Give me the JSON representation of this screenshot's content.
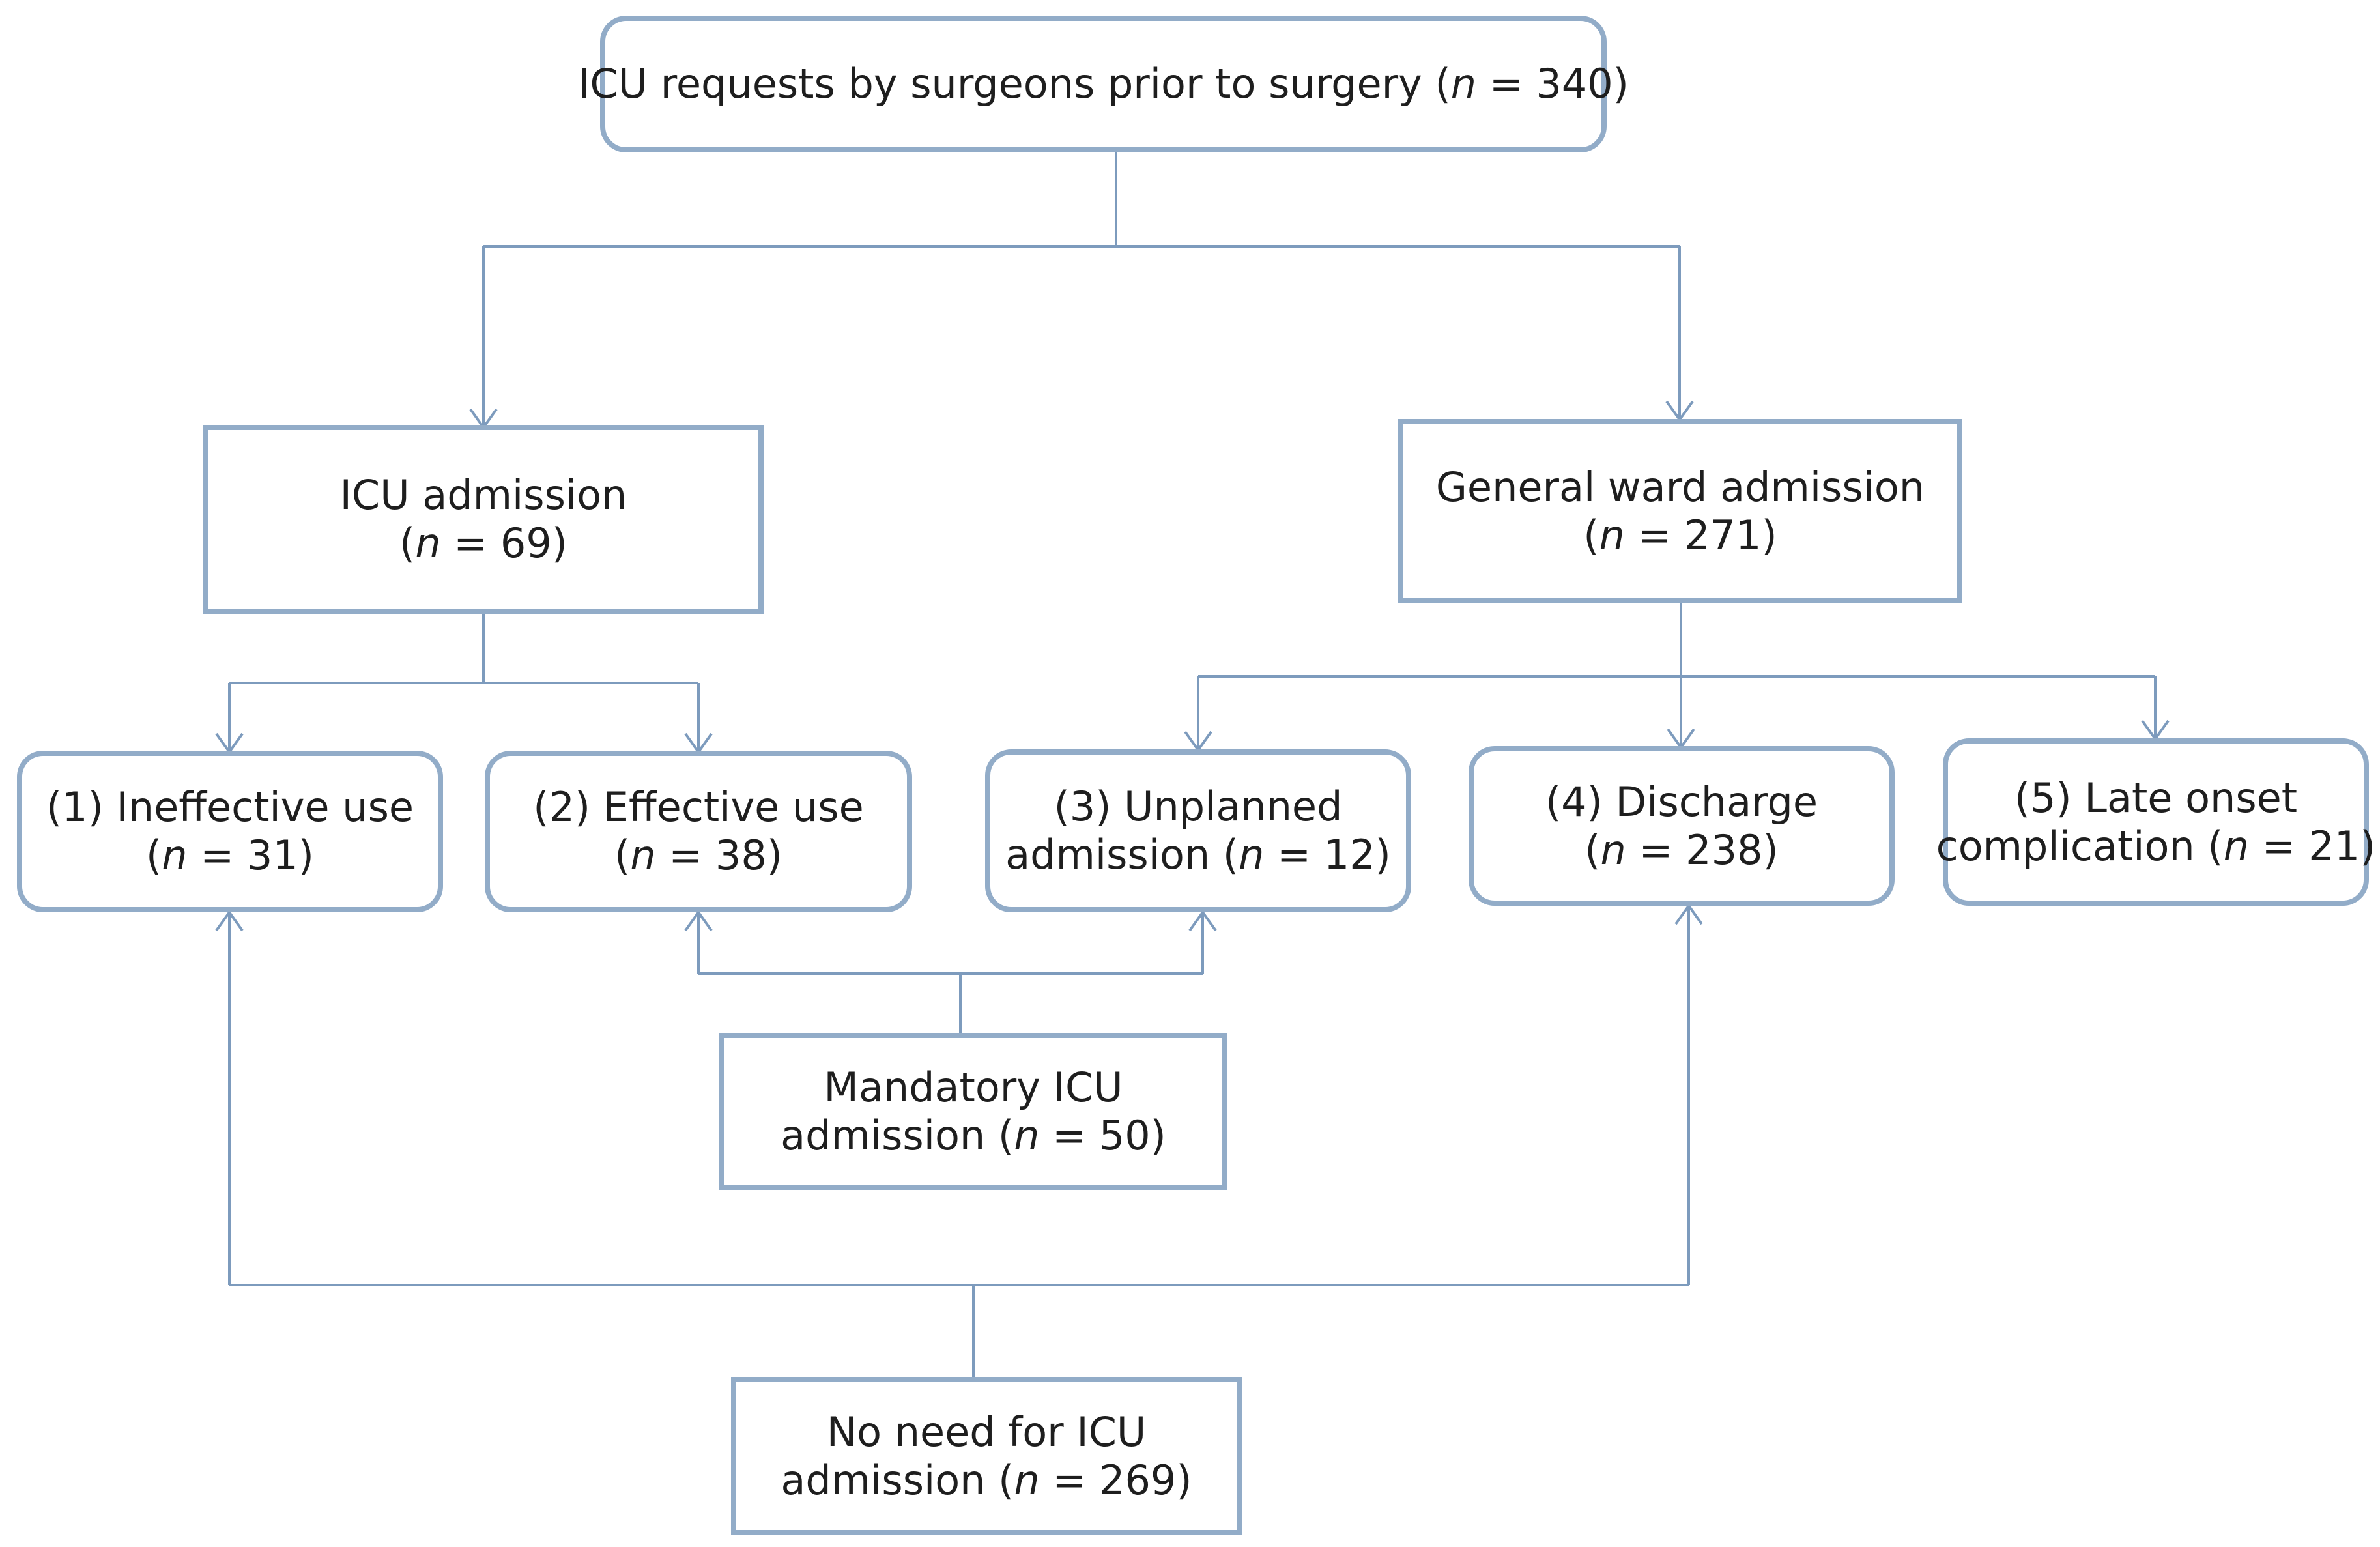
{
  "colors": {
    "border": "#92acc8",
    "connector": "#7d9bbd",
    "text": "#1e1e1e"
  },
  "nodes": {
    "requests": {
      "lines": [
        "ICU requests by surgeons prior to surgery (",
        "n",
        " = 340)"
      ]
    },
    "icu": {
      "line1": "ICU admission",
      "pre": "(",
      "n": "n",
      "post": " = 69)"
    },
    "ward": {
      "line1": "General ward admission",
      "pre": "(",
      "n": "n",
      "post": " = 271)"
    },
    "ineffective": {
      "line1": "(1) Ineffective use",
      "pre": "(",
      "n": "n",
      "post": " = 31)"
    },
    "effective": {
      "line1": "(2) Effective use",
      "pre": "(",
      "n": "n",
      "post": " = 38)"
    },
    "unplanned": {
      "line1": "(3) Unplanned",
      "pre": "admission (",
      "n": "n",
      "post": " = 12)"
    },
    "discharge": {
      "line1": "(4) Discharge",
      "pre": "(",
      "n": "n",
      "post": " = 238)"
    },
    "late": {
      "line1": "(5) Late onset",
      "pre": "complication (",
      "n": "n",
      "post": " = 21)"
    },
    "mandatory": {
      "line1": "Mandatory ICU",
      "pre": "admission (",
      "n": "n",
      "post": " = 50)"
    },
    "noneed": {
      "line1": "No need for ICU",
      "pre": "admission (",
      "n": "n",
      "post": " = 269)"
    }
  }
}
